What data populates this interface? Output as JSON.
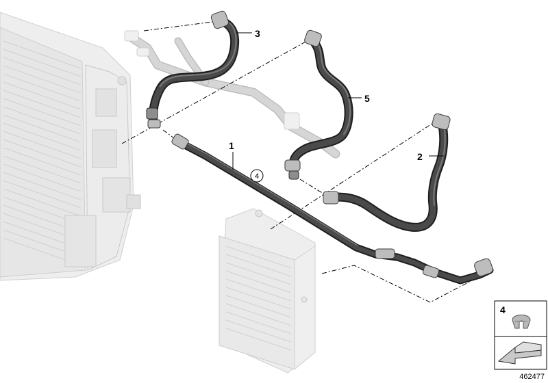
{
  "labels": {
    "part_1": "1",
    "part_2": "2",
    "part_3": "3",
    "part_4_circled": "4",
    "part_5": "5",
    "inset_part_4": "4"
  },
  "diagram_number": "462477",
  "icons": {
    "clip": "hose-clip-icon",
    "arrow": "wedge-arrow-icon"
  }
}
